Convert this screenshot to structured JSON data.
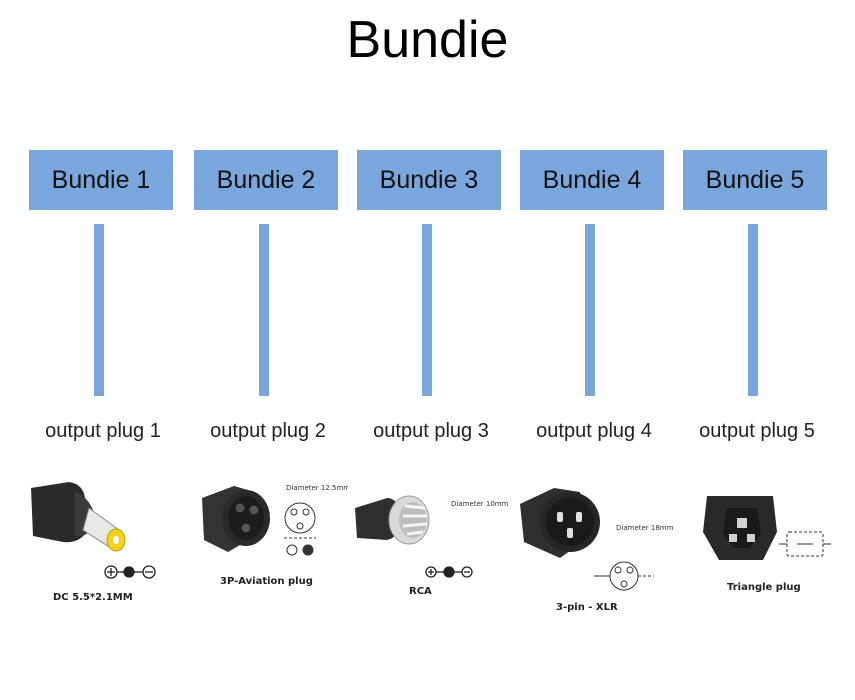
{
  "title": "Bundie",
  "columns": [
    {
      "label": "Bundie 1",
      "output": "output plug 1",
      "plug_name": "DC 5.5*2.1MM",
      "diameter": "",
      "plug_icon": "dc-barrel-plug-icon"
    },
    {
      "label": "Bundie 2",
      "output": "output plug 2",
      "plug_name": "3P-Aviation plug",
      "diameter": "Diameter 12.5mm",
      "plug_icon": "aviation-plug-icon"
    },
    {
      "label": "Bundie 3",
      "output": "output plug 3",
      "plug_name": "RCA",
      "diameter": "Diameter 10mm",
      "plug_icon": "rca-plug-icon"
    },
    {
      "label": "Bundie 4",
      "output": "output plug 4",
      "plug_name": "3-pin - XLR",
      "diameter": "Diameter 18mm",
      "plug_icon": "xlr-plug-icon"
    },
    {
      "label": "Bundie 5",
      "output": "output plug 5",
      "plug_name": "Triangle plug",
      "diameter": "",
      "plug_icon": "triangle-plug-icon"
    }
  ],
  "colors": {
    "box": "#7aa6de",
    "plug_body": "#2a2a2a",
    "dc_tip": "#f2d21b"
  }
}
